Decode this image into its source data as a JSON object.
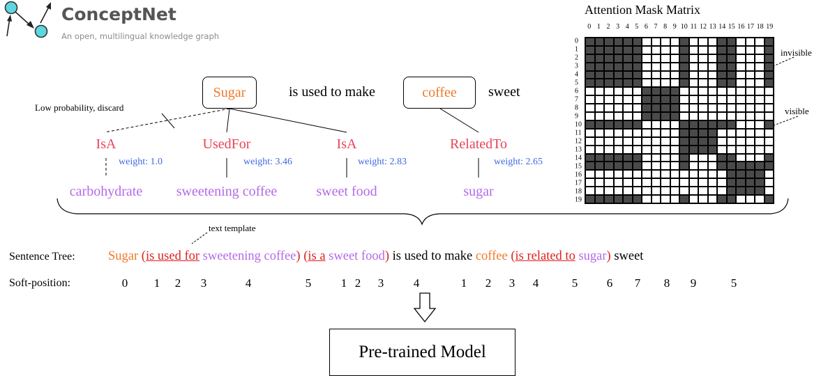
{
  "logo": {
    "title": "ConceptNet",
    "subtitle": "An open, multilingual knowledge graph"
  },
  "sentence_boxes": {
    "sugar": "Sugar",
    "is_used_to_make": "is used to make",
    "coffee": "coffee",
    "sweet": "sweet"
  },
  "annotations": {
    "low_probability": "Low probability, discard",
    "text_template": "text template",
    "invisible": "invisible",
    "visible": "visible"
  },
  "relations": [
    {
      "label": "IsA",
      "weight": "weight: 1.0",
      "entity": "carbohydrate"
    },
    {
      "label": "UsedFor",
      "weight": "weight: 3.46",
      "entity": "sweetening coffee"
    },
    {
      "label": "IsA",
      "weight": "weight: 2.83",
      "entity": "sweet food"
    },
    {
      "label": "RelatedTo",
      "weight": "weight: 2.65",
      "entity": "sugar"
    }
  ],
  "sentence_tree": {
    "label": "Sentence Tree:",
    "parts": {
      "sugar": "Sugar",
      "open1": "(",
      "rel1": "is used for",
      "ent1": "sweetening coffee",
      "close1": ")",
      "open2": "(",
      "rel2": "is a",
      "ent2": "sweet food",
      "close2": ")",
      "middle": "is used to make",
      "coffee": "coffee",
      "open3": "(",
      "rel3": "is related to",
      "ent3": "sugar",
      "close3": ")",
      "end": "sweet"
    }
  },
  "soft_position": {
    "label": "Soft-position:",
    "values": [
      "0",
      "1",
      "2",
      "3",
      "4",
      "5",
      "1",
      "2",
      "3",
      "4",
      "1",
      "2",
      "3",
      "4",
      "5",
      "6",
      "7",
      "8",
      "9",
      "5"
    ]
  },
  "arrow_icon": "hollow-down-arrow",
  "model_box": "Pre-trained Model",
  "matrix": {
    "title": "Attention Mask Matrix",
    "size": 20,
    "labels": [
      "0",
      "1",
      "2",
      "3",
      "4",
      "5",
      "6",
      "7",
      "8",
      "9",
      "10",
      "11",
      "12",
      "13",
      "14",
      "15",
      "16",
      "17",
      "18",
      "19"
    ],
    "visible_groups": [
      [
        0,
        1,
        2,
        3,
        4,
        5,
        10,
        14,
        15,
        19
      ],
      [
        6,
        7,
        8,
        9
      ],
      [
        10,
        11,
        12,
        13
      ],
      [
        15,
        16,
        17,
        18
      ]
    ],
    "dark_color": "#4a4a4a"
  },
  "colors": {
    "orange": "#f07a2a",
    "relation": "#e8435a",
    "entity": "#b46ae8",
    "weight": "#4169e1",
    "underline_red": "#dd1f1f",
    "logo_teal": "#5dd6e0"
  }
}
